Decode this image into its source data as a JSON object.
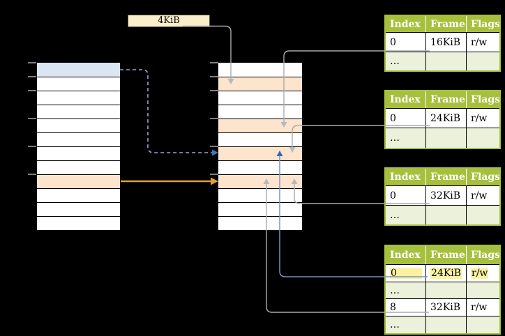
{
  "diagram": {
    "page_size_label": "4KiB",
    "page_table_header": [
      "Index",
      "Frame",
      "Flags"
    ],
    "page_tables": [
      {
        "id": "level1-table-16k",
        "rows": [
          {
            "index": "0",
            "frame": "16KiB",
            "flags": "r/w"
          },
          {
            "index": "…",
            "frame": "",
            "flags": ""
          }
        ]
      },
      {
        "id": "level1-table-24k",
        "rows": [
          {
            "index": "0",
            "frame": "24KiB",
            "flags": "r/w"
          },
          {
            "index": "…",
            "frame": "",
            "flags": ""
          }
        ]
      },
      {
        "id": "level1-table-32k",
        "rows": [
          {
            "index": "0",
            "frame": "32KiB",
            "flags": "r/w"
          },
          {
            "index": "…",
            "frame": "",
            "flags": ""
          }
        ]
      },
      {
        "id": "level2-table",
        "highlighted_row": 0,
        "rows": [
          {
            "index": "0",
            "frame": "24KiB",
            "flags": "r/w"
          },
          {
            "index": "…",
            "frame": "",
            "flags": ""
          },
          {
            "index": "8",
            "frame": "32KiB",
            "flags": "r/w"
          },
          {
            "index": "…",
            "frame": "",
            "flags": ""
          }
        ]
      }
    ],
    "memory_columns": {
      "virtual": {
        "rows": 12,
        "blue_row": 1,
        "orange_row": 9
      },
      "physical": {
        "rows": 12,
        "orange_rows": [
          2,
          5,
          7,
          9
        ]
      }
    },
    "colors": {
      "background": "#000000",
      "table_header_green": "#A6C03E",
      "table_row_light_green": "#EBF1DB",
      "memory_orange": "#FCE4CD",
      "memory_blue": "#DBE6F3",
      "label_cream": "#FBEECB",
      "highlight_yellow": "#FBF2A1",
      "arrow_gold": "#E0A030",
      "arrow_blue": "#7193C7",
      "arrow_dashed_blue": "#8FAADC",
      "arrow_gray": "#ABABAB"
    }
  }
}
